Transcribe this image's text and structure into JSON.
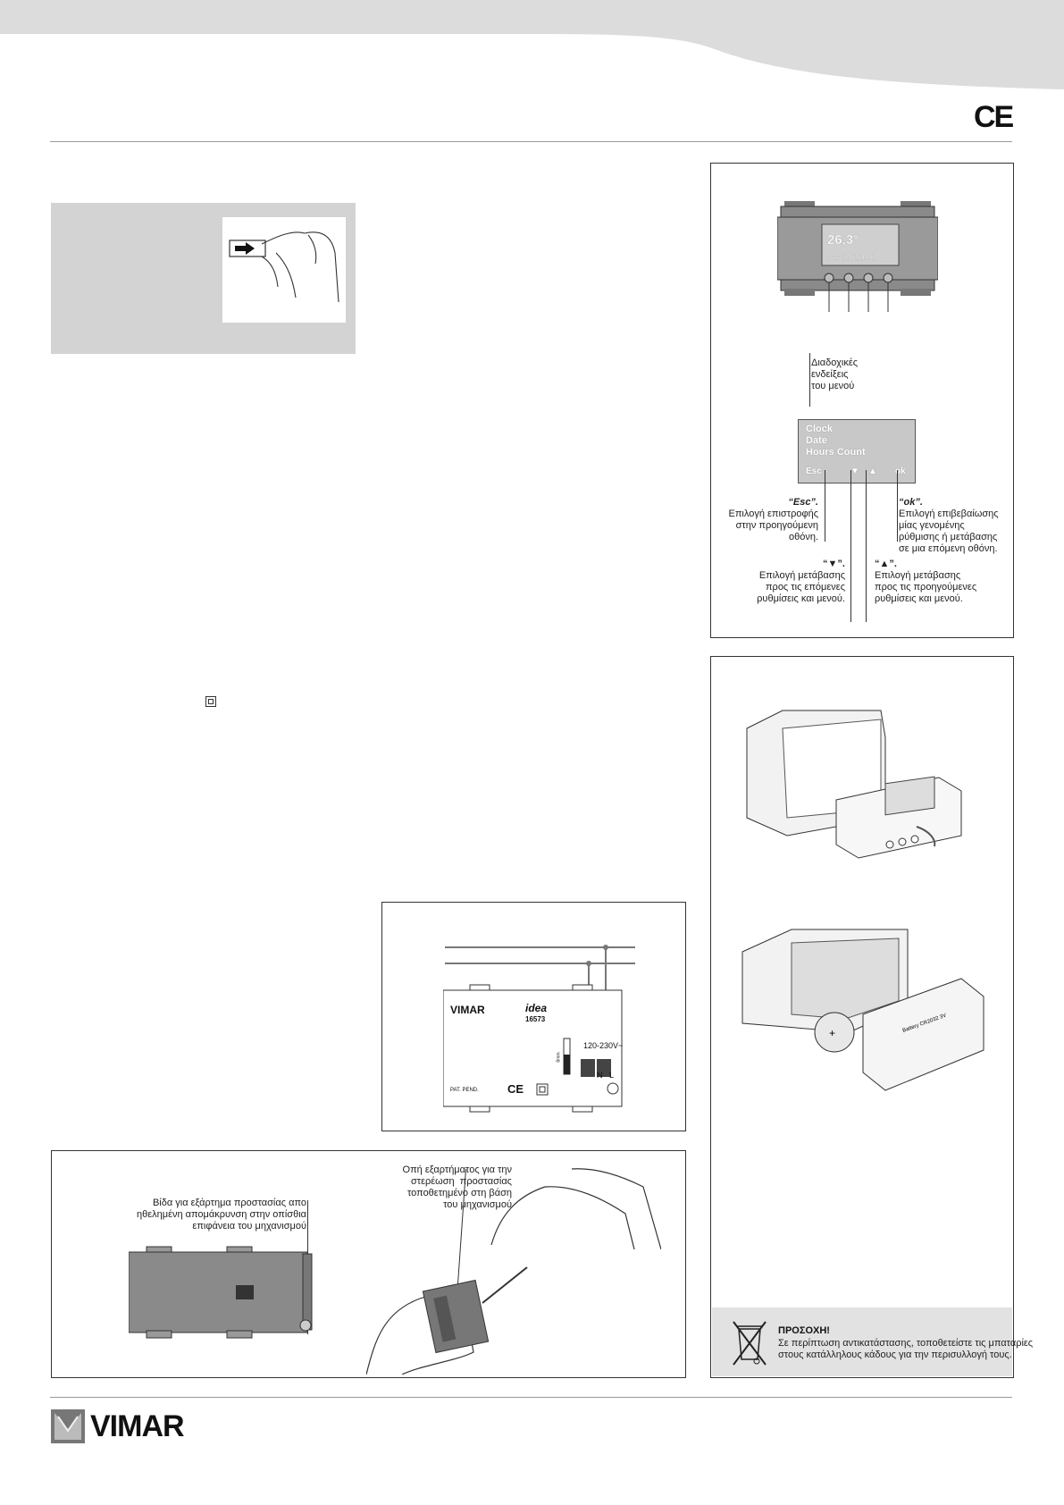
{
  "header": {
    "ce_mark": "CE"
  },
  "controls_panel": {
    "display_lines": [
      "26,3°",
      "Mon 1.02.2002"
    ],
    "menu_label": "Διαδοχικές\nενδείξεις\nτου μενού",
    "screen_lines": [
      "Clock",
      "Date",
      "Hours Count"
    ],
    "softkeys": [
      "Esc",
      "▼",
      "▲",
      "ok"
    ],
    "esc": {
      "key": "“Esc”.",
      "desc": "Επιλογή επιστροφής\nστην προηγούμενη\nοθόνη."
    },
    "ok": {
      "key": "“ok”.",
      "desc": "Επιλογή επιβεβαίωσης\nμίας γενομένης\nρύθμισης ή μετάβασης\nσε μια επόμενη οθόνη."
    },
    "down": {
      "key": "“▼”.",
      "desc": "Επιλογή μετάβασης\nπρος τις επόμενες\nρυθμίσεις και μενού."
    },
    "up": {
      "key": "“▲”.",
      "desc": "Επιλογή μετάβασης\nπρος τις προηγούμενες\nρυθμίσεις και μενού."
    }
  },
  "wiring": {
    "brand": "VIMAR",
    "series": "idea",
    "code": "16573",
    "voltage": "120-230V~",
    "terminal_n": "N",
    "terminal_l": "L",
    "patent": "PAT. PEND.",
    "strip": "8mm"
  },
  "protection_panel": {
    "screw_label": "Βίδα για εξάρτημα προστασίας απο\nηθελημένη απομάκρυνση στην οπίσθια\nεπιφάνεια του μηχανισμού",
    "hole_label": "Οπή εξαρτήματος για την\nστερέωση  προστασίας\nτοποθετημένο στη βάση\nτου μηχανισμού"
  },
  "battery_panel": {
    "battery_text": "Battery CR2032 3V",
    "warning_title": "ΠΡΟΣΟΧΗ!",
    "warning_text": "Σε περίπτωση αντικατάστασης, τοποθετείστε τις μπαταρίες\nστους κατάλληλους κάδους για την περισυλλογή τους."
  },
  "footer": {
    "brand": "VIMAR"
  }
}
